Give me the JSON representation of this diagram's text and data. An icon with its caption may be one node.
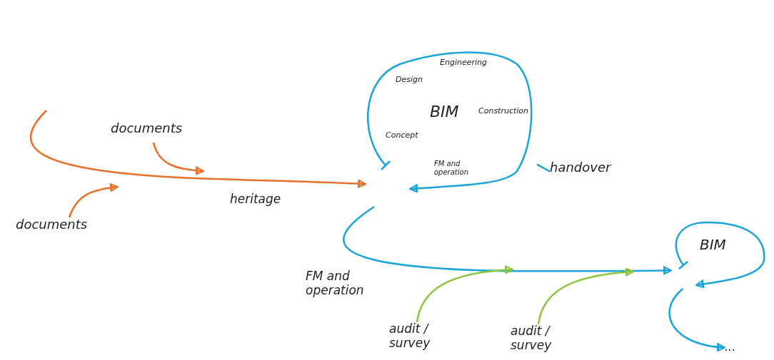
{
  "diagram": {
    "nodes": [
      {
        "text": [
          "BIM",
          "Engineering",
          "Design",
          "Construction",
          "Concept",
          "FM and operation"
        ]
      },
      {
        "text": [
          "documents"
        ]
      },
      {
        "text": [
          "documents"
        ]
      },
      {
        "text": [
          "handover"
        ]
      },
      {
        "text": [
          "audit / survey"
        ]
      },
      {
        "text": [
          "audit / survey"
        ]
      },
      {
        "text": [
          "BIM"
        ]
      },
      {
        "text": [
          "..."
        ]
      }
    ],
    "edges": [
      {
        "from": null,
        "to": 0,
        "arrow": "to",
        "label": "heritage",
        "color": "#e8702a"
      },
      {
        "from": 1,
        "to": null,
        "arrow": "to",
        "color": "#e8702a"
      },
      {
        "from": 2,
        "to": null,
        "arrow": "to",
        "color": "#e8702a"
      },
      {
        "from": 3,
        "to": 0,
        "arrow": "none",
        "color": "#1ba3dc"
      },
      {
        "from": 0,
        "to": 6,
        "arrow": "to",
        "label": "FM and operation",
        "color": "#1ba3dc"
      },
      {
        "from": 4,
        "to": null,
        "arrow": "to",
        "color": "#8dc63f"
      },
      {
        "from": 5,
        "to": null,
        "arrow": "to",
        "color": "#8dc63f"
      },
      {
        "from": 6,
        "to": 7,
        "arrow": "to",
        "color": "#1ba3dc"
      }
    ]
  }
}
